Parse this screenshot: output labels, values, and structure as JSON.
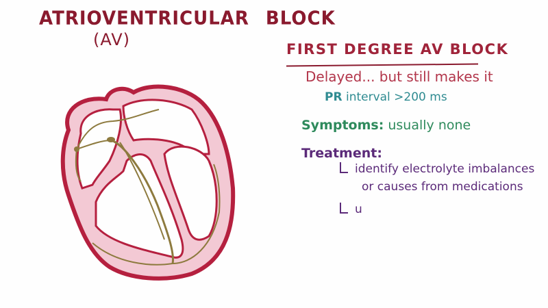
{
  "header": {
    "title_part1": "ATRIOVENTRICULAR",
    "title_part2": "BLOCK",
    "subtitle": "(AV)"
  },
  "diagram": {
    "label": "heart-conduction-system",
    "colors": {
      "wall_outline": "#b5203f",
      "wall_fill": "#f3c9d4",
      "conduction": "#8d7a3e",
      "background": "#fefefe"
    }
  },
  "notes": {
    "heading": "FIRST DEGREE AV BLOCK",
    "definition": "Delayed... but still makes it",
    "pr_label": "PR",
    "pr_text": "interval >200 ms",
    "symptoms_label": "Symptoms:",
    "symptoms_value": "usually none",
    "treatment_label": "Treatment:",
    "treatment_items": [
      "identify electrolyte imbalances",
      "or causes from medications",
      "u"
    ],
    "colors": {
      "heading": "#a0243a",
      "definition": "#b2354a",
      "pr": "#2f8b91",
      "symptoms": "#2e8a5c",
      "treatment": "#5b2a79"
    }
  }
}
